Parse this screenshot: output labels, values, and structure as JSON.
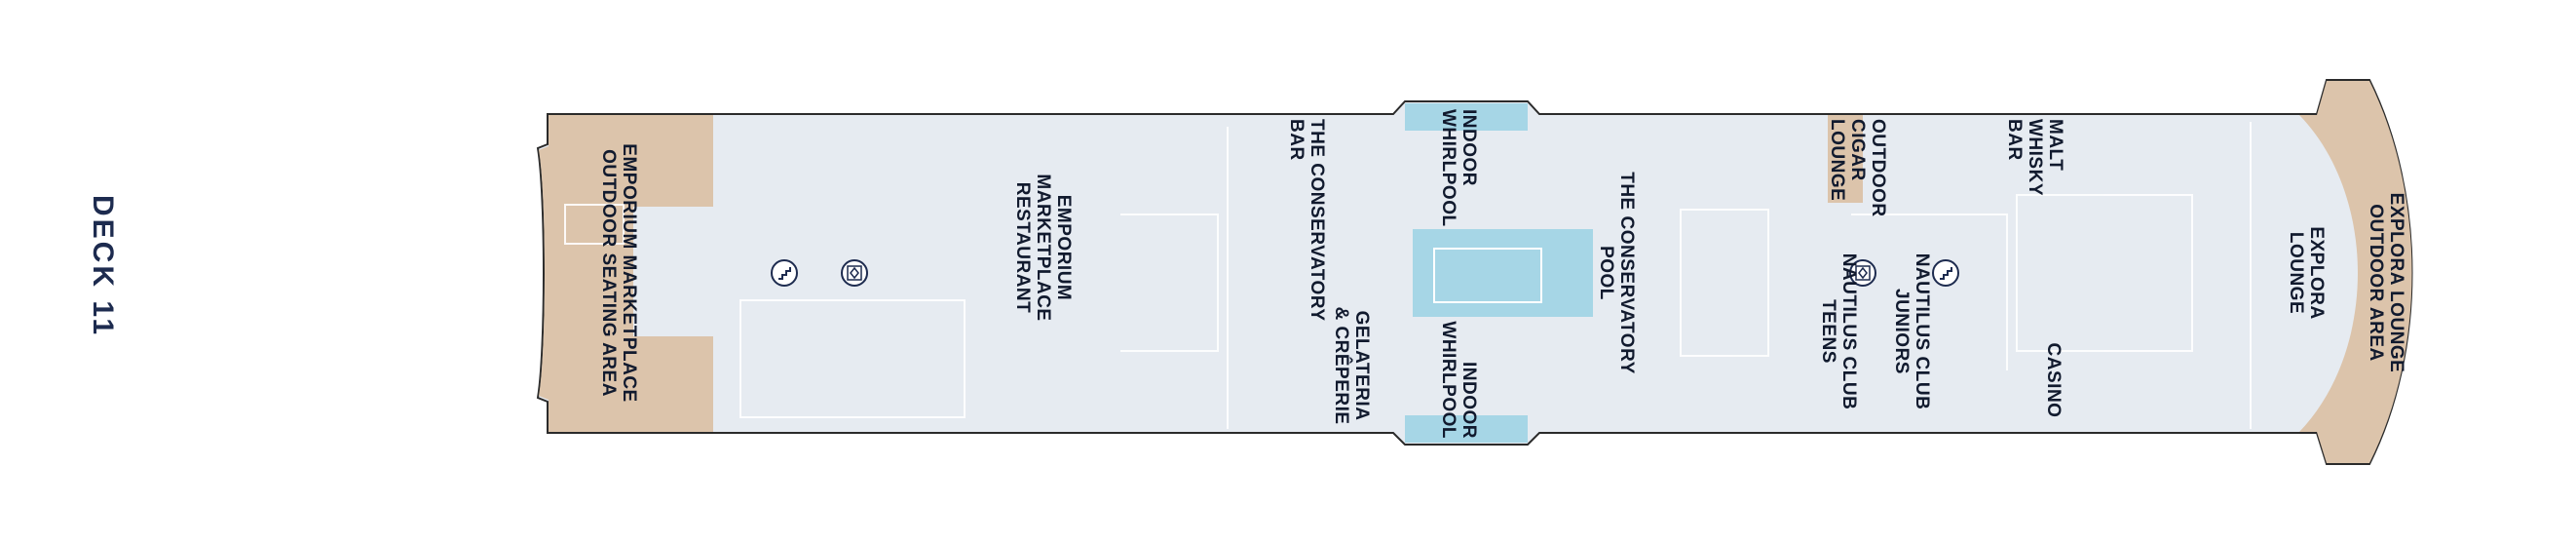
{
  "deck_title": "DECK 11",
  "colors": {
    "hull": "#e6ebf1",
    "outdoor": "#dcc4ab",
    "pool": "#a6d6e6",
    "text": "#111a2e",
    "outline": "#2b2b2b"
  },
  "areas": [
    {
      "id": "emporium-outdoor",
      "lines": [
        "EMPORIUM MARKETPLACE",
        "OUTDOOR SEATING AREA"
      ]
    },
    {
      "id": "emporium-restaurant",
      "lines": [
        "EMPORIUM",
        "MARKETPLACE",
        "RESTAURANT"
      ]
    },
    {
      "id": "conservatory-bar",
      "lines": [
        "THE CONSERVATORY",
        "BAR"
      ]
    },
    {
      "id": "gelateria",
      "lines": [
        "GELATERIA",
        "& CRÊPERIE"
      ]
    },
    {
      "id": "whirlpool-top",
      "lines": [
        "INDOOR",
        "WHIRLPOOL"
      ]
    },
    {
      "id": "whirlpool-bottom",
      "lines": [
        "INDOOR",
        "WHIRLPOOL"
      ]
    },
    {
      "id": "conservatory-pool",
      "lines": [
        "THE CONSERVATORY",
        "POOL"
      ]
    },
    {
      "id": "cigar-lounge",
      "lines": [
        "OUTDOOR",
        "CIGAR",
        "LOUNGE"
      ]
    },
    {
      "id": "nautilus-teens",
      "lines": [
        "NAUTILUS CLUB",
        "TEENS"
      ]
    },
    {
      "id": "nautilus-juniors",
      "lines": [
        "NAUTILUS CLUB",
        "JUNIORS"
      ]
    },
    {
      "id": "malt-whisky",
      "lines": [
        "MALT",
        "WHISKY",
        "BAR"
      ]
    },
    {
      "id": "casino",
      "lines": [
        "CASINO"
      ]
    },
    {
      "id": "explora-lounge",
      "lines": [
        "EXPLORA",
        "LOUNGE"
      ]
    },
    {
      "id": "explora-outdoor",
      "lines": [
        "EXPLORA LOUNGE",
        "OUTDOOR AREA"
      ]
    }
  ],
  "icons": [
    "stairs-icon",
    "elevator-icon",
    "elevator-icon",
    "stairs-icon"
  ]
}
